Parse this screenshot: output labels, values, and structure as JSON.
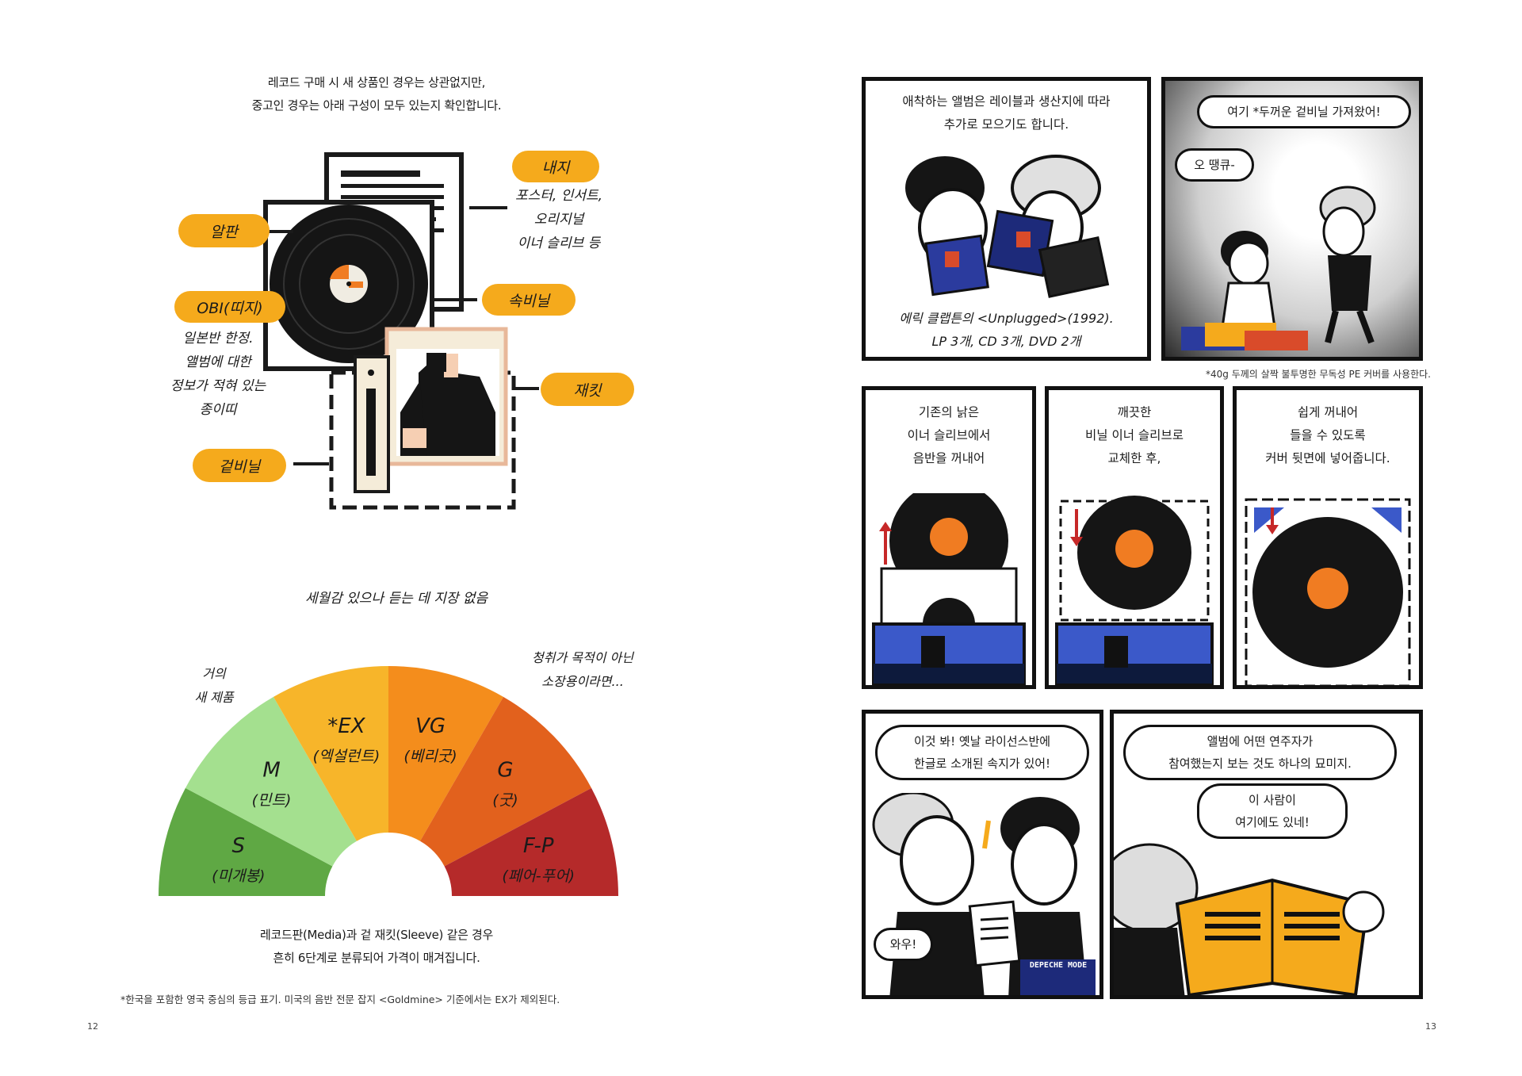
{
  "left": {
    "intro_line1": "레코드 구매 시 새 상품인 경우는 상관없지만,",
    "intro_line2": "중고인 경우는 아래 구성이 모두 있는지 확인합니다.",
    "labels": {
      "naeji": "내지",
      "naeji_note": [
        "포스터, 인서트,",
        "오리지널",
        "이너 슬리브 등"
      ],
      "alpan": "알판",
      "sokbinil": "속비닐",
      "obi": "OBI(띠지)",
      "obi_note": [
        "일본반 한정.",
        "앨범에 대한",
        "정보가 적혀 있는",
        "종이띠"
      ],
      "jacket": "재킷",
      "geotbinil": "겉비닐"
    },
    "grade_top_note": "세월감 있으나 듣는 데 지장 없음",
    "grade_left_note": [
      "거의",
      "새 제품"
    ],
    "grade_right_note": [
      "청취가 목적이 아닌",
      "소장용이라면..."
    ],
    "grades": [
      {
        "code": "S",
        "name": "(미개봉)",
        "color": "#5fa844"
      },
      {
        "code": "M",
        "name": "(민트)",
        "color": "#a4e08f"
      },
      {
        "code": "*EX",
        "name": "(엑설런트)",
        "color": "#f7b52a"
      },
      {
        "code": "VG",
        "name": "(베리굿)",
        "color": "#f48d1c"
      },
      {
        "code": "G",
        "name": "(굿)",
        "color": "#e2611d"
      },
      {
        "code": "F-P",
        "name": "(페어-푸어)",
        "color": "#b52a2a"
      }
    ],
    "grade_desc_line1": "레코드판(Media)과 겉 재킷(Sleeve) 같은 경우",
    "grade_desc_line2": "흔히 6단계로 분류되어 가격이 매겨집니다.",
    "footnote": "*한국을 포함한 영국 중심의 등급 표기. 미국의 음반 전문 잡지 <Goldmine> 기준에서는 EX가 제외된다.",
    "page_number": "12"
  },
  "right": {
    "p1_caption": [
      "애착하는 앨범은 레이블과 생산지에 따라",
      "추가로 모으기도 합니다."
    ],
    "p1_hand": [
      "에릭 클랩튼의 <Unplugged>(1992).",
      "LP 3개, CD 3개, DVD 2개"
    ],
    "p2_bubble1": "여기 *두꺼운 겉비닐 가져왔어!",
    "p2_bubble2": "오 땡큐-",
    "p2_footnote": "*40g 두께의 살짝 불투명한 무독성 PE 커버를 사용한다.",
    "p3_caption": [
      "기존의 낡은",
      "이너 슬리브에서",
      "음반을 꺼내어"
    ],
    "p4_caption": [
      "깨끗한",
      "비닐 이너 슬리브로",
      "교체한 후,"
    ],
    "p5_caption": [
      "쉽게 꺼내어",
      "들을 수 있도록",
      "커버 뒷면에 넣어줍니다."
    ],
    "p6_bubble1": [
      "이것 봐! 옛날 라이선스반에",
      "한글로 소개된 속지가 있어!"
    ],
    "p6_bubble2": "와우!",
    "p6_sign": "DEPECHE MODE",
    "p7_bubble1": [
      "앨범에 어떤 연주자가",
      "참여했는지 보는 것도 하나의 묘미지."
    ],
    "p7_bubble2": [
      "이 사람이",
      "여기에도 있네!"
    ],
    "page_number": "13"
  }
}
